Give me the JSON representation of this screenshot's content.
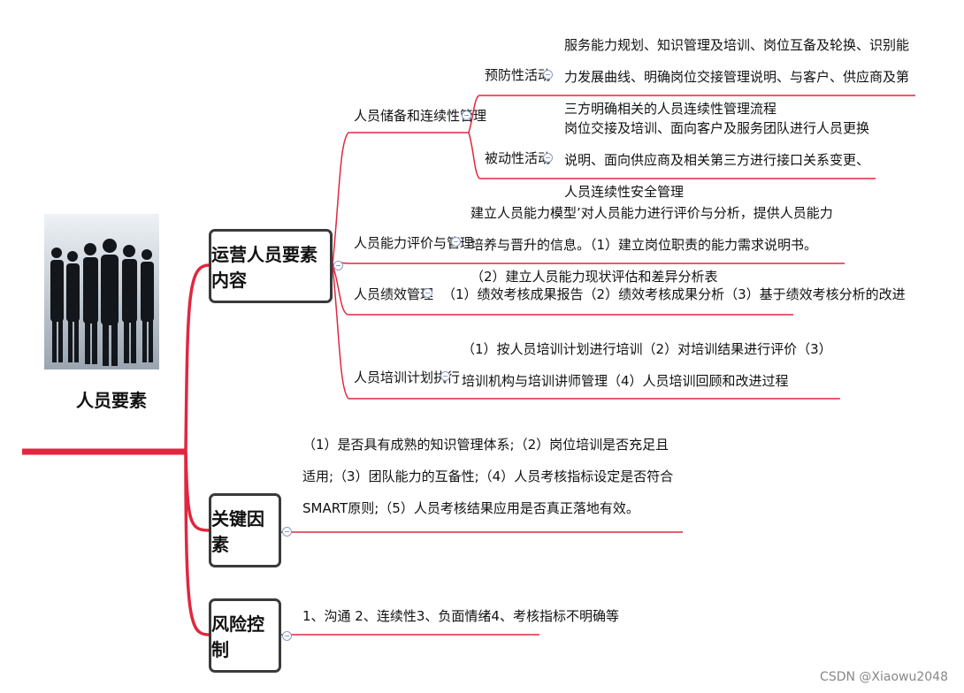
{
  "root": {
    "label": "人员要素",
    "image_icon": "business-people-silhouettes"
  },
  "colors": {
    "main_branch": "#e0273f",
    "sub_line": "#e0273f",
    "node_border": "#3a3a3a",
    "collapse_icon": "#8a9bc0"
  },
  "branches": {
    "operations": {
      "label": "运营人员要素内容",
      "reserve": {
        "label": "人员储备和连续性管理",
        "preventive": {
          "label": "预防性活动",
          "text": "服务能力规划、知识管理及培训、岗位互备及轮换、识别能力发展曲线、明确岗位交接管理说明、与客户、供应商及第三方明确相关的人员连续性管理流程"
        },
        "passive": {
          "label": "被动性活动",
          "text": "岗位交接及培训、面向客户及服务团队进行人员更换说明、面向供应商及相关第三方进行接口关系变更、人员连续性安全管理"
        }
      },
      "capability": {
        "label": "人员能力评价与管理",
        "text": "建立人员能力模型’对人员能力进行评价与分析，提供人员能力培养与晋升的信息。（1）建立岗位职责的能力需求说明书。（2）建立人员能力现状评估和差异分析表"
      },
      "performance": {
        "label": "人员绩效管理",
        "text": "（1）绩效考核成果报告（2）绩效考核成果分析（3）基于绩效考核分析的改进"
      },
      "training": {
        "label": "人员培训计划执行",
        "text": "（1）按人员培训计划进行培训（2）对培训结果进行评价（3）培训机构与培训讲师管理（4）人员培训回顾和改进过程"
      }
    },
    "key_factors": {
      "label": "关键因素",
      "text": "（1）是否具有成熟的知识管理体系;（2）岗位培训是否充足且适用;（3）团队能力的互备性;（4）人员考核指标设定是否符合SMART原则;（5）人员考核结果应用是否真正落地有效。"
    },
    "risk": {
      "label": "风险控制",
      "text": "1、沟通 2、连续性3、负面情绪4、考核指标不明确等"
    }
  },
  "watermark": "CSDN @Xiaowu2048"
}
